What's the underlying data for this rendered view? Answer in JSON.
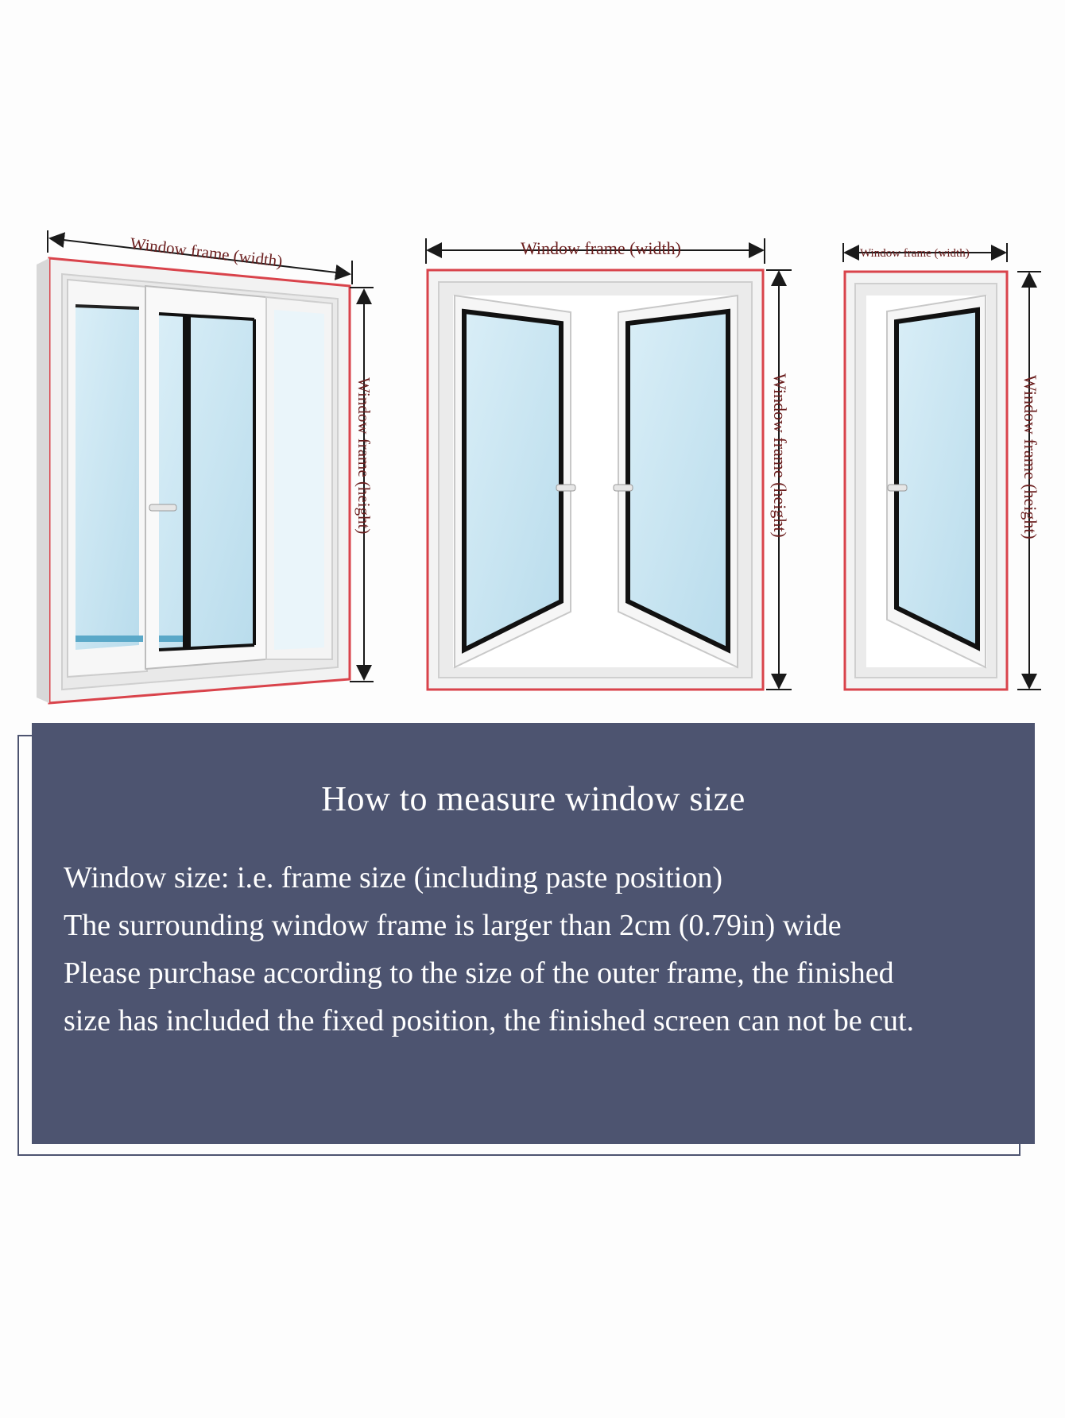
{
  "diagrams": [
    {
      "name": "sliding-window",
      "width_label": "Window frame (width)",
      "height_label": "Window frame (height)"
    },
    {
      "name": "double-casement-window",
      "width_label": "Window frame (width)",
      "height_label": "Window frame (height)"
    },
    {
      "name": "single-casement-window",
      "width_label": "Window frame (width)",
      "height_label": "Window frame (height)"
    }
  ],
  "info": {
    "title": "How to measure window size",
    "lines": [
      "Window size: i.e. frame size (including paste position)",
      "The surrounding window frame is larger than 2cm (0.79in) wide",
      "Please purchase according to the size of the outer frame, the finished",
      "size has included the fixed position, the finished screen can not be cut."
    ]
  },
  "colors": {
    "frame_outline": "#d9434b",
    "panel_background": "#4d5470",
    "glass": "#cfe6f1",
    "dimension_text": "#6b1e1e"
  }
}
